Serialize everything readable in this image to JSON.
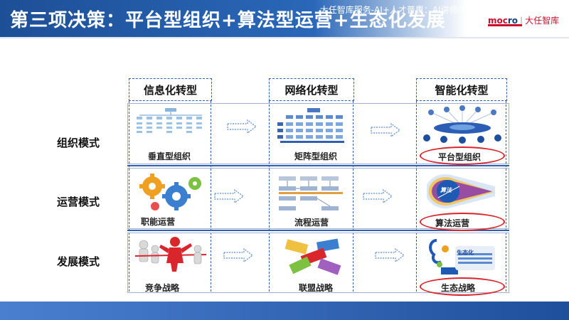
{
  "header": {
    "title": "第三项决策：平台型组织+算法型运营+生态化发展",
    "logo_brand_a": "moc",
    "logo_brand_b": "ro",
    "logo_sep": "|",
    "logo_cn": "大任智库"
  },
  "columns": [
    "信息化转型",
    "网络化转型",
    "智能化转型"
  ],
  "rows": [
    {
      "label": "组织模式",
      "cells": [
        "垂直型组织",
        "矩阵型组织",
        "平台型组织"
      ]
    },
    {
      "label": "运营模式",
      "cells": [
        "职能运营",
        "流程运营",
        "算法运营"
      ]
    },
    {
      "label": "发展模式",
      "cells": [
        "竞争战略",
        "联盟战略",
        "生态战略"
      ]
    }
  ],
  "figure_text": {
    "algorithm_badge": "算法",
    "ecosystem_badge": "生态化"
  },
  "colors": {
    "brand_blue": "#1d4f96",
    "accent_red": "#d9262c",
    "gear_orange": "#f0a020",
    "gear_blue": "#3a7fd0"
  },
  "footer": {
    "text": "大任智库服务-AI+人才普惠：AI讲师/教练游化营-专用讲义"
  }
}
